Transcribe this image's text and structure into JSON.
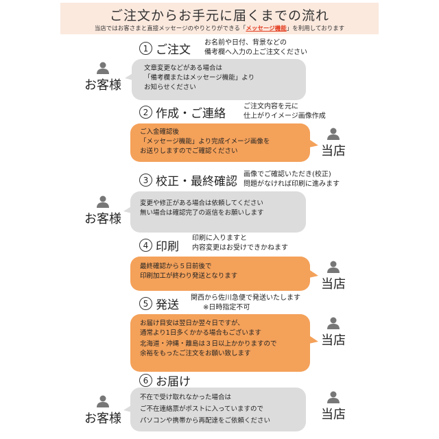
{
  "header": {
    "title": "ご注文からお手元に届くまでの流れ",
    "subtitle_before": "当店ではお客さまと直接メッセージのやりとりができる「",
    "subtitle_highlight": "メッセージ機能",
    "subtitle_after": "」を利用しております"
  },
  "actors": {
    "customer": "お客様",
    "shop": "当店"
  },
  "colors": {
    "customer_bubble": "#dcdcdc",
    "shop_bubble": "#f4a15a",
    "highlight": "#e33b1e",
    "header_bg": "#fbe9de"
  },
  "steps": [
    {
      "num": "1",
      "title": "ご注文",
      "note": [
        "お名前や日付、背景などの",
        "備考欄へ入力の上ご注文ください"
      ],
      "speaker": "customer",
      "bubble": [
        "文章変更などがある場合は",
        "「備考欄またはメッセージ機能」より",
        "お知らせください"
      ]
    },
    {
      "num": "2",
      "title": "作成・ご連絡",
      "note": [
        "ご注文内容を元に",
        "仕上がりイメージ画像作成"
      ],
      "speaker": "shop",
      "bubble": [
        "ご入金確認後",
        "「メッセージ機能」より完成イメージ画像を",
        "お送りしますのでご確認ください"
      ]
    },
    {
      "num": "3",
      "title": "校正・最終確認",
      "note": [
        "画像でご確認いただき(校正)",
        "問題がなければ印刷に進みます"
      ],
      "speaker": "customer",
      "bubble": [
        "変更や修正がある場合は依頼してください",
        "無い場合は確認完了の返信をお願いします"
      ]
    },
    {
      "num": "4",
      "title": "印刷",
      "note": [
        "印刷に入りますと",
        "内容変更はお受けできかねます"
      ],
      "speaker": "shop",
      "bubble": [
        "最終確認から５日前後で",
        "印刷加工が終わり発送となります"
      ]
    },
    {
      "num": "5",
      "title": "発送",
      "note": [
        "関西から佐川急便で発送いたします",
        "※日時指定不可"
      ],
      "speaker": "shop",
      "bubble": [
        "お届け目安は翌日か翌々日ですが、",
        "通常より1日多くかかる場合もございます",
        "北海道・沖縄・離島は３日以上かかりますので",
        "余裕をもったご注文をお願い致します"
      ]
    },
    {
      "num": "6",
      "title": "お届け",
      "note": [],
      "speaker": "customer",
      "bubble": [
        "不在で受け取れなかった場合は",
        "ご不在連絡票がポストに入っていますので",
        "パソコンや携帯から再配達をご依頼ください"
      ]
    }
  ]
}
